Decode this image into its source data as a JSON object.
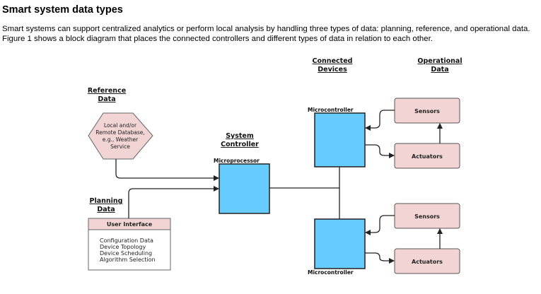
{
  "article": {
    "title": "Smart system data types",
    "paragraph": "Smart systems can support centralized analytics or perform local analysis by handling three types of data: planning, reference, and operational data. Figure 1 shows a block diagram that places the connected controllers and different types of data in relation to each other."
  },
  "diagram": {
    "colors": {
      "controller_fill": "#66ccff",
      "data_fill": "#f2d4d4",
      "stroke": "#222222"
    },
    "reference": {
      "heading_line1": "Reference",
      "heading_line2": "Data",
      "hex_lines": [
        "Local and/or",
        "Remote Database,",
        "e.g., Weather",
        "Service"
      ]
    },
    "planning": {
      "heading_line1": "Planning",
      "heading_line2": "Data",
      "ui_title": "User Interface",
      "ui_items": [
        "Configuration Data",
        "Device Topology",
        "Device Scheduling",
        "Algorithm Selection"
      ]
    },
    "system_controller": {
      "heading_line1": "System",
      "heading_line2": "Controller",
      "box_label": "Microprocessor"
    },
    "connected_devices": {
      "heading_line1": "Connected",
      "heading_line2": "Devices",
      "top_label": "Microcontroller",
      "bottom_label": "Microcontroller"
    },
    "operational": {
      "heading_line1": "Operational",
      "heading_line2": "Data",
      "top_sensors": "Sensors",
      "top_actuators": "Actuators",
      "bottom_sensors": "Sensors",
      "bottom_actuators": "Actuators"
    }
  }
}
